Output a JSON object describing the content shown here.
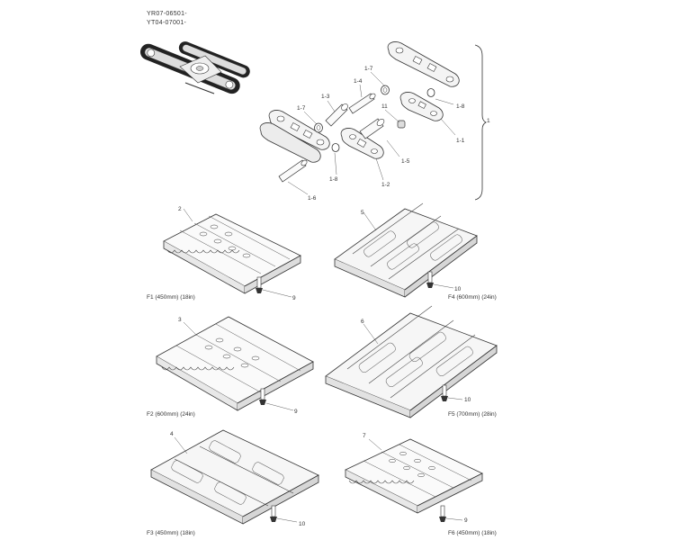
{
  "header": {
    "serial_1": "YR07-06501-",
    "serial_2": "YT04-07001-"
  },
  "assembly": {
    "bracket_label": "1",
    "callouts": [
      "1-7",
      "1-4",
      "1-3",
      "1-7",
      "11",
      "1-8",
      "1-1",
      "1-5",
      "1-8",
      "1-2",
      "1-6"
    ]
  },
  "shoes": [
    {
      "ref": "2",
      "bolt_ref": "9",
      "caption": "F1 (450mm) (18in)"
    },
    {
      "ref": "5",
      "bolt_ref": "10",
      "caption": "F4 (600mm) (24in)"
    },
    {
      "ref": "3",
      "bolt_ref": "9",
      "caption": "F2 (600mm) (24in)"
    },
    {
      "ref": "6",
      "bolt_ref": "10",
      "caption": "F5 (700mm) (28in)"
    },
    {
      "ref": "4",
      "bolt_ref": "10",
      "caption": "F3 (450mm) (18in)"
    },
    {
      "ref": "7",
      "bolt_ref": "9",
      "caption": "F6 (450mm) (18in)"
    }
  ]
}
